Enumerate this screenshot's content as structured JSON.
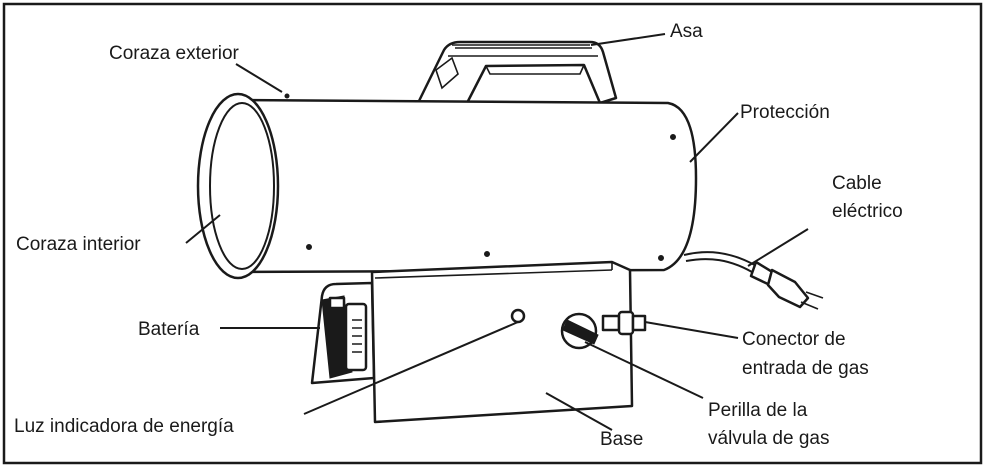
{
  "labels": {
    "outer_shell": "Coraza exterior",
    "handle": "Asa",
    "guard": "Protección",
    "power_cord_line1": "Cable",
    "power_cord_line2": "eléctrico",
    "inner_shell": "Coraza interior",
    "battery": "Batería",
    "gas_connector_line1": "Conector de",
    "gas_connector_line2": "entrada de gas",
    "power_light": "Luz indicadora de energía",
    "gas_valve_line1": "Perilla de la",
    "gas_valve_line2": "válvula de gas",
    "base": "Base"
  }
}
